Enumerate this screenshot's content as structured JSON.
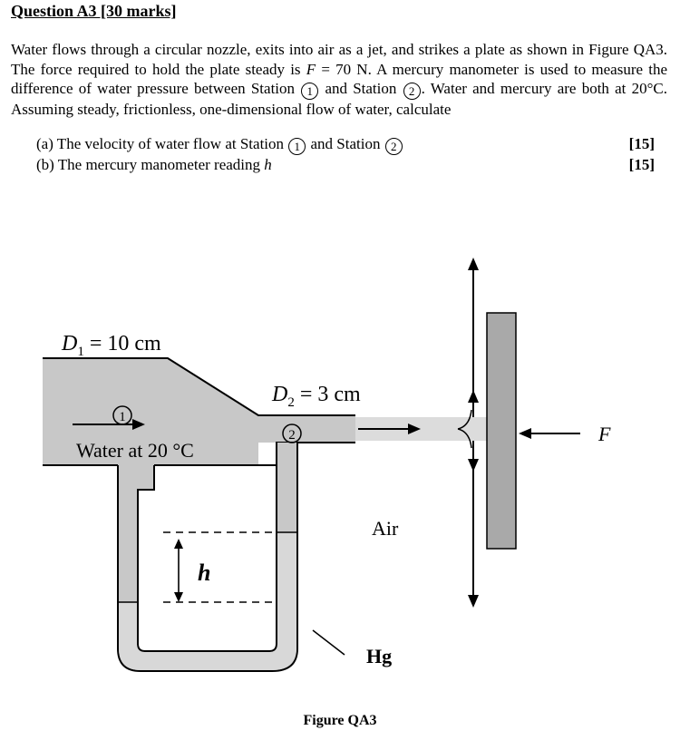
{
  "question": {
    "title": "Question A3 [30 marks]",
    "body_1": "Water flows through a circular nozzle, exits into air as a jet, and strikes a plate as shown in Figure QA3. The force required to hold the plate steady is ",
    "force_symbol": "F",
    "body_2": " = 70 N. A mercury manometer is used to measure the difference of water pressure between Station ",
    "station_1": "1",
    "body_3": " and Station ",
    "station_2": "2",
    "body_4": ". Water and mercury are both at 20°C. Assuming steady, frictionless, one-dimensional flow of water, calculate",
    "parts": [
      {
        "prefix": "(a) The velocity of water flow at Station ",
        "s1": "1",
        "mid": " and Station ",
        "s2": "2",
        "marks": "[15]"
      },
      {
        "prefix": "(b) The mercury manometer reading ",
        "var": "h",
        "marks": "[15]"
      }
    ]
  },
  "figure": {
    "caption": "Figure QA3",
    "d1_sym": "D",
    "d1_sub": "1",
    "d1_val": " = 10 cm",
    "d2_sym": "D",
    "d2_sub": "2",
    "d2_val": " = 3 cm",
    "station_1": "1",
    "station_2": "2",
    "water_label": "Water at 20 °C",
    "air_label": "Air",
    "hg_label": "Hg",
    "h_label": "h",
    "f_label": "F",
    "colors": {
      "fluid": "#c8c8c8",
      "outline": "#000000",
      "plate": "#a9a9a9"
    }
  }
}
